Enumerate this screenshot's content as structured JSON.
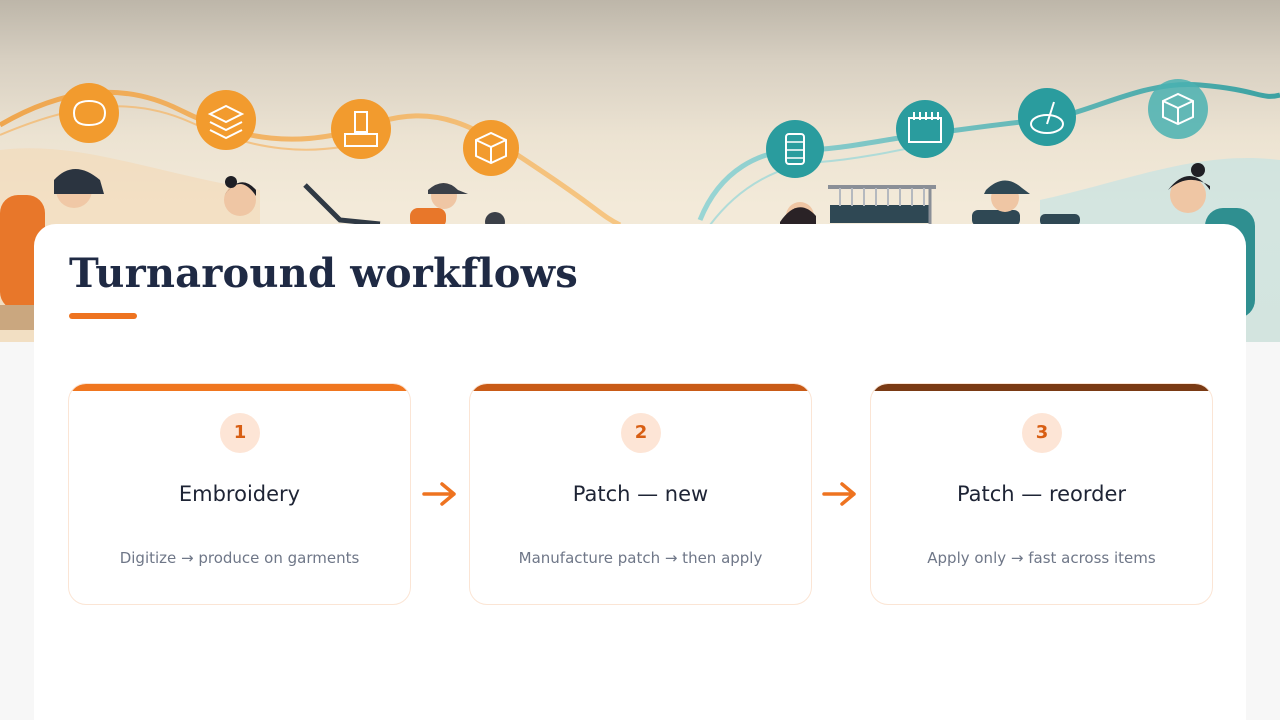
{
  "header": {
    "title": "Turnaround workflows"
  },
  "colors": {
    "accent": "#ee7320",
    "step_1_bar": "#f0761f",
    "step_2_bar": "#c95b17",
    "step_3_bar": "#7a3a14",
    "teal": "#2a9c9e"
  },
  "hero": {
    "left_icons": [
      "fabric-icon",
      "layers-icon",
      "digitizer-icon",
      "box-icon"
    ],
    "right_icons": [
      "thread-spool-icon",
      "embroidery-machine-icon",
      "needle-hoop-icon",
      "box-icon"
    ]
  },
  "steps": [
    {
      "number": "1",
      "name": "Embroidery",
      "desc": "Digitize → produce on garments"
    },
    {
      "number": "2",
      "name": "Patch — new",
      "desc": "Manufacture patch → then apply"
    },
    {
      "number": "3",
      "name": "Patch — reorder",
      "desc": "Apply only → fast across items"
    }
  ]
}
